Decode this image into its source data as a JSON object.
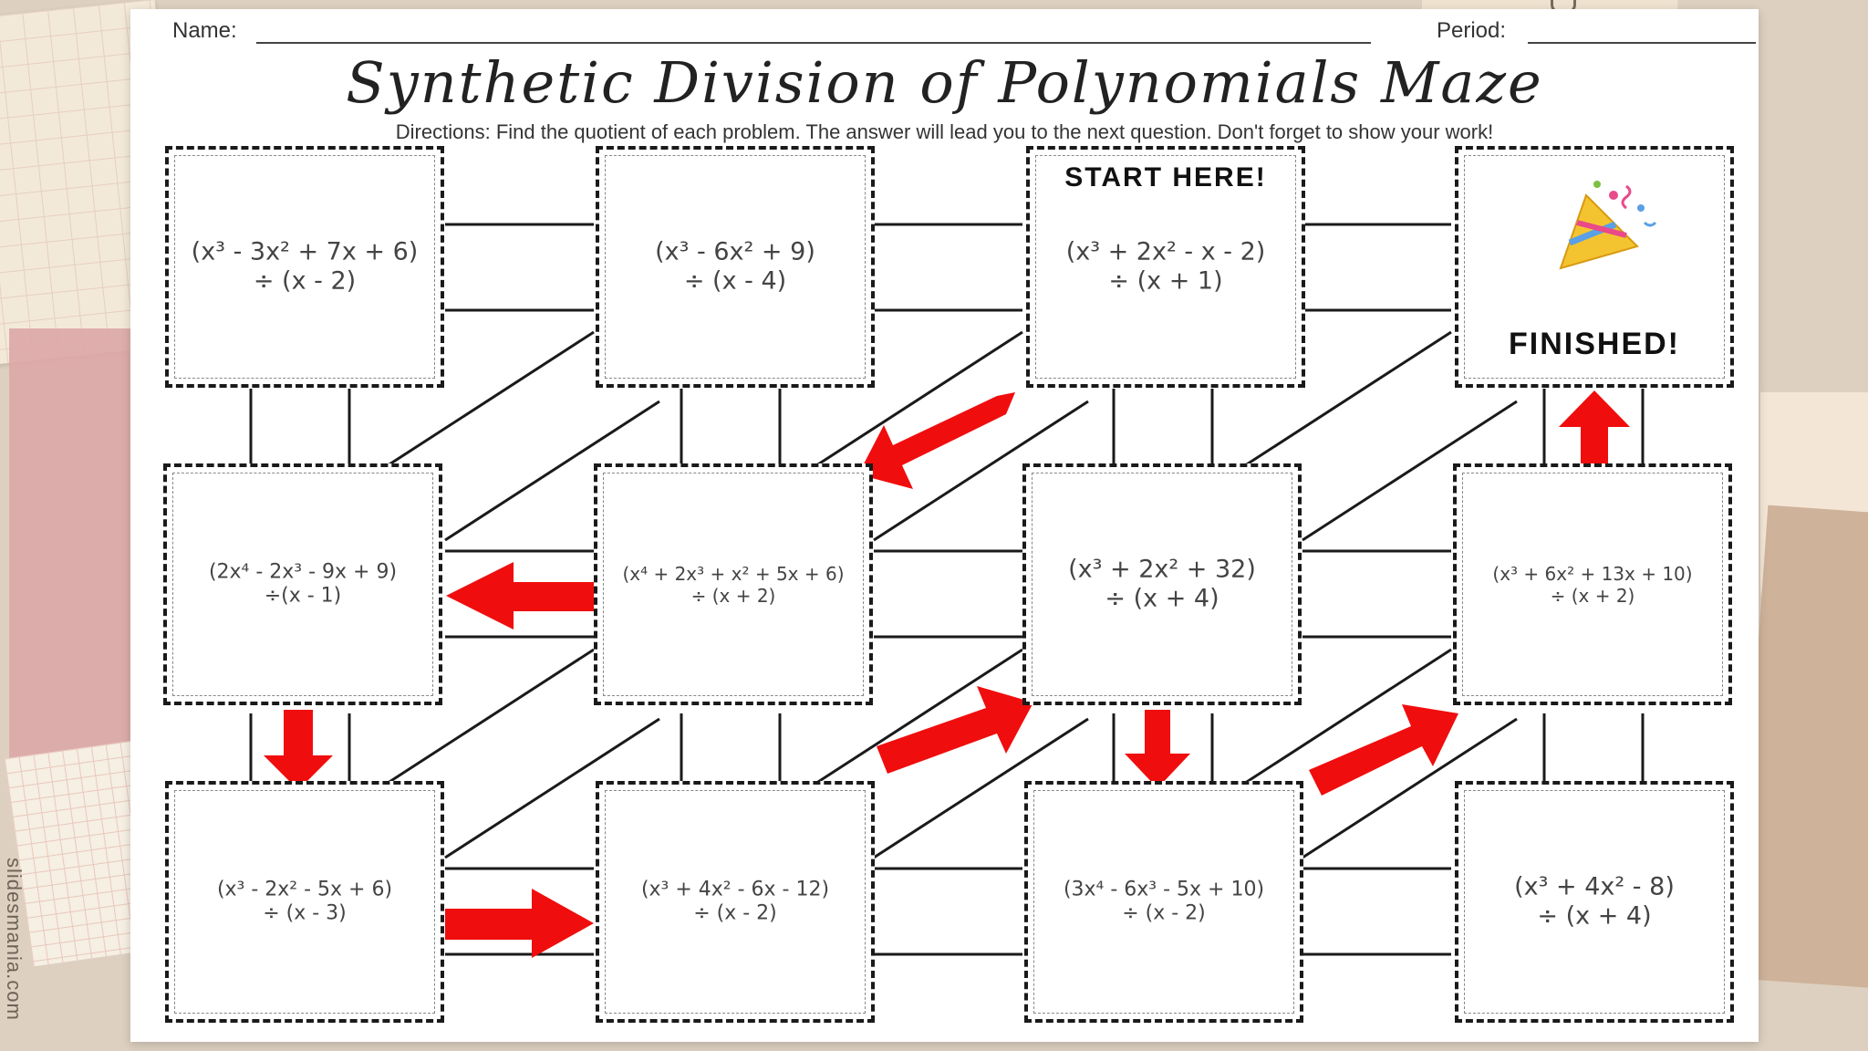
{
  "header": {
    "name_label": "Name:",
    "period_label": "Period:",
    "title": "Synthetic Division of Polynomials Maze",
    "directions": "Directions: Find the quotient of each problem. The answer will lead you to the next question. Don't forget to show your work!"
  },
  "cells": {
    "r1c1": {
      "line1": "(x³ - 3x² + 7x + 6)",
      "line2": "÷ (x - 2)"
    },
    "r1c2": {
      "line1": "(x³ - 6x² + 9)",
      "line2": "÷ (x - 4)"
    },
    "r1c3": {
      "tag": "START HERE!",
      "line1": "(x³ + 2x² - x - 2)",
      "line2": "÷ (x + 1)"
    },
    "r1c4": {
      "tag": "FINISHED!",
      "icon": "party-popper-icon"
    },
    "r2c1": {
      "line1": "(2x⁴ - 2x³ - 9x + 9)",
      "line2": "÷(x - 1)"
    },
    "r2c2": {
      "line1": "(x⁴ + 2x³ + x² + 5x + 6)",
      "line2": "÷ (x + 2)"
    },
    "r2c3": {
      "line1": "(x³ + 2x² + 32)",
      "line2": "÷ (x + 4)"
    },
    "r2c4": {
      "line1": "(x³ + 6x² + 13x + 10)",
      "line2": "÷ (x + 2)"
    },
    "r3c1": {
      "line1": "(x³ - 2x² - 5x + 6)",
      "line2": "÷ (x - 3)"
    },
    "r3c2": {
      "line1": "(x³ + 4x² - 6x - 12)",
      "line2": "÷ (x - 2)"
    },
    "r3c3": {
      "line1": "(3x⁴ - 6x³ - 5x + 10)",
      "line2": "÷ (x - 2)"
    },
    "r3c4": {
      "line1": "(x³ + 4x² - 8)",
      "line2": "÷ (x + 4)"
    }
  },
  "colors": {
    "arrow": "#f00d0d",
    "border": "#1a1a1a"
  },
  "credit": "slidesmania.com"
}
